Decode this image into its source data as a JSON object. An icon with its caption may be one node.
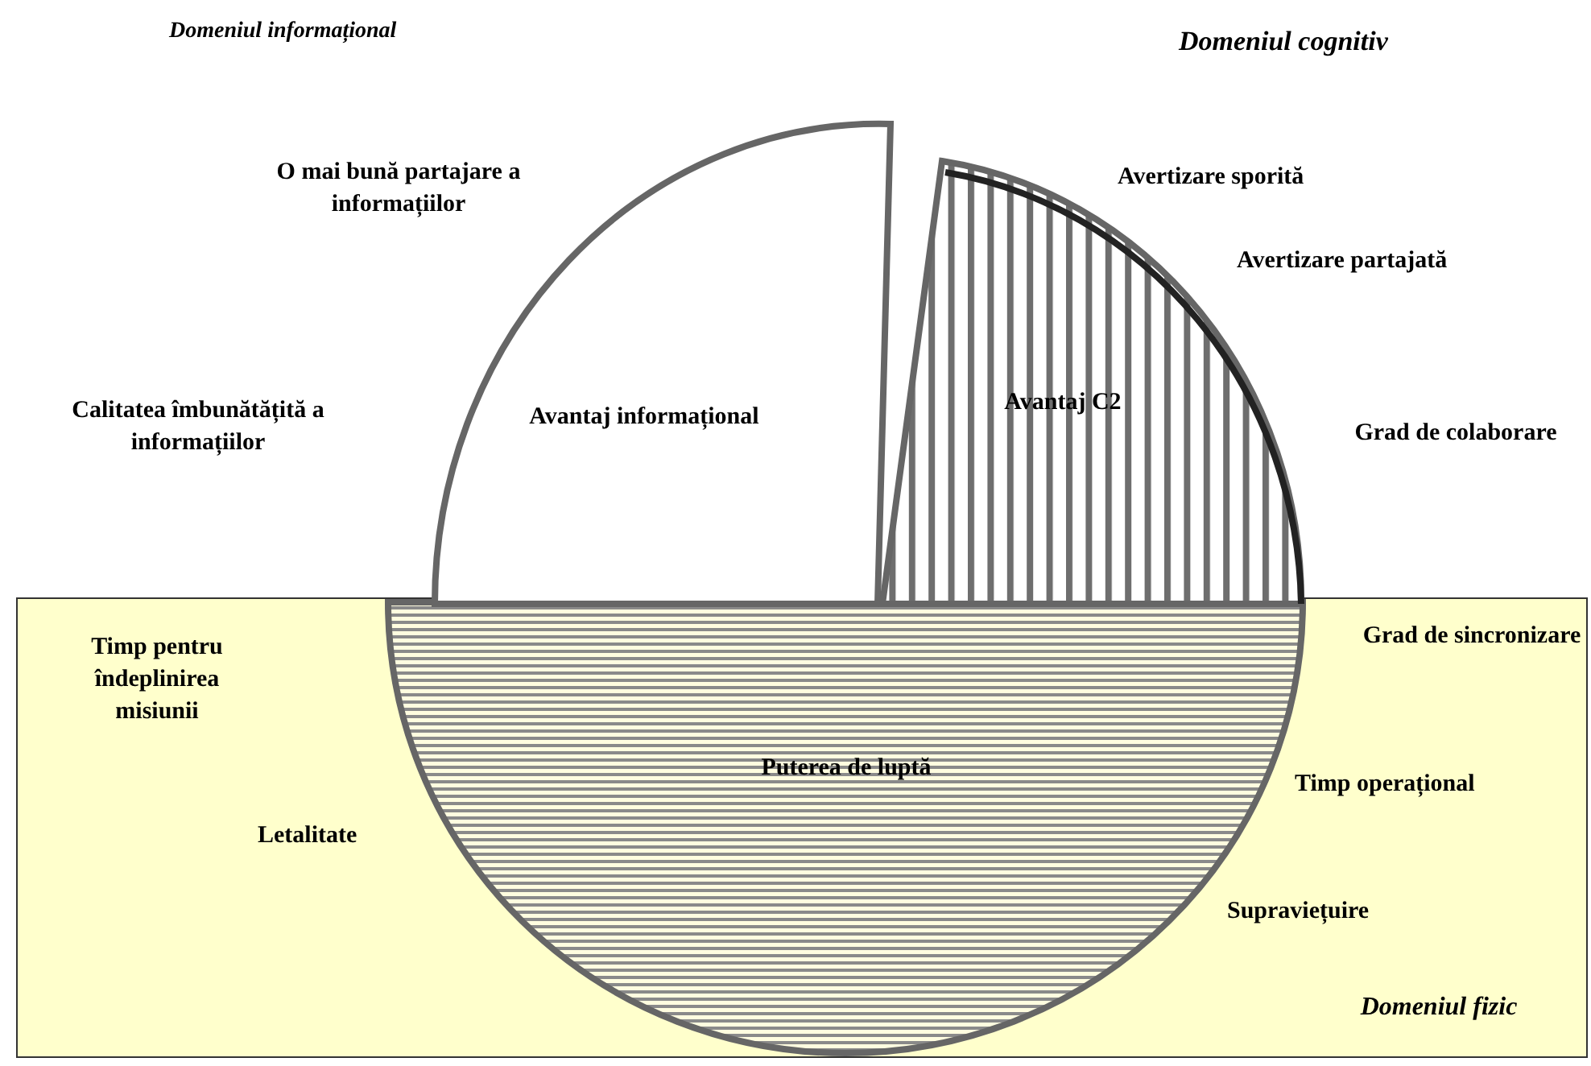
{
  "diagram": {
    "nodes": [
      {
        "text": [
          "Domeniul fizic"
        ]
      },
      {
        "text": [
          "Avantaj informațional"
        ]
      },
      {
        "text": [
          "Avantaj C2"
        ]
      },
      {
        "text": [
          "Puterea de luptă"
        ],
        "in": 0
      }
    ],
    "labels": [
      "Domeniul informațional",
      "Domeniul cognitiv",
      "O mai bună partajare a informațiilor",
      "Avertizare sporită",
      "Avertizare partajată",
      "Calitatea îmbunătățită a informațiilor",
      "Grad de colaborare",
      "Timp pentru îndeplinirea misiunii",
      "Grad de sincronizare",
      "Timp operațional",
      "Letalitate",
      "Supraviețuire"
    ]
  }
}
